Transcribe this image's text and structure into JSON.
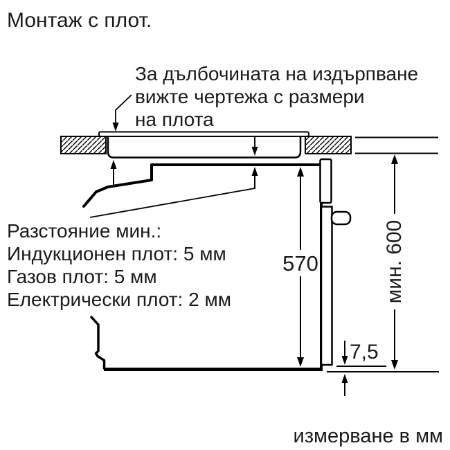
{
  "title": "Монтаж с плот.",
  "annotation": {
    "line1": "За дълбочината на издърпване",
    "line2": "вижте чертежа с размери",
    "line3": "на плота"
  },
  "distance_note": {
    "line1": "Разстояние мин.:",
    "line2": "Индукционен плот: 5 мм",
    "line3": "Газов плот: 5 мм",
    "line4": "Електрически плот: 2 мм"
  },
  "dimensions": {
    "oven_height": "570",
    "niche_height": "мин. 600",
    "door_bottom_gap": "7,5"
  },
  "footer": "измерване в мм",
  "colors": {
    "line": "#000000",
    "text": "#1a1a1a",
    "background": "#ffffff"
  }
}
